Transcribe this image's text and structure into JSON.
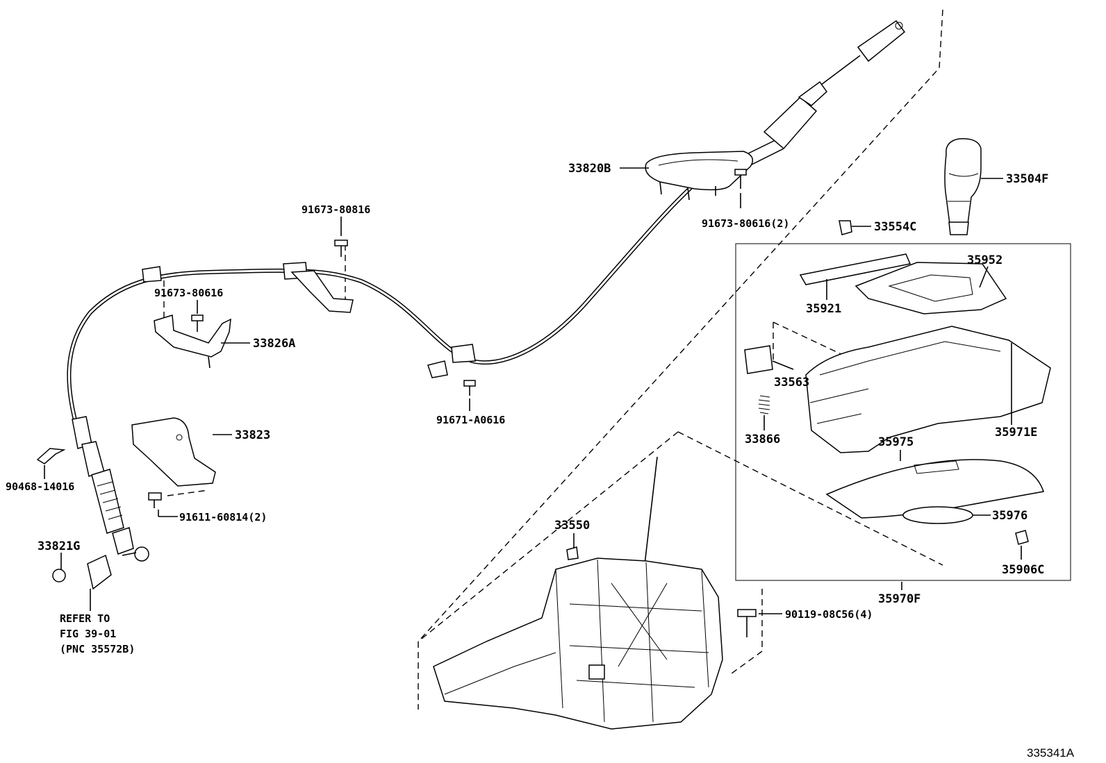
{
  "figure_id": "335341A",
  "labels": {
    "p33820B": "33820B",
    "p33504F": "33504F",
    "p91673_80816": "91673-80816",
    "p91673_80616_2": "91673-80616(2)",
    "p33554C": "33554C",
    "p91673_80616": "91673-80616",
    "p33826A": "33826A",
    "p35952": "35952",
    "p35921": "35921",
    "p33563": "33563",
    "p91671_A0616": "91671-A0616",
    "p33823": "33823",
    "p33866": "33866",
    "p35971E": "35971E",
    "p35975": "35975",
    "p90468_14016": "90468-14016",
    "p91611_60814_2": "91611-60814(2)",
    "p35976": "35976",
    "p33550": "33550",
    "p33821G": "33821G",
    "p35906C": "35906C",
    "p35970F": "35970F",
    "p90119_08C56_4": "90119-08C56(4)"
  },
  "refer_note": {
    "line1": "REFER TO",
    "line2": "FIG 39-01",
    "line3": "(PNC 35572B)"
  }
}
